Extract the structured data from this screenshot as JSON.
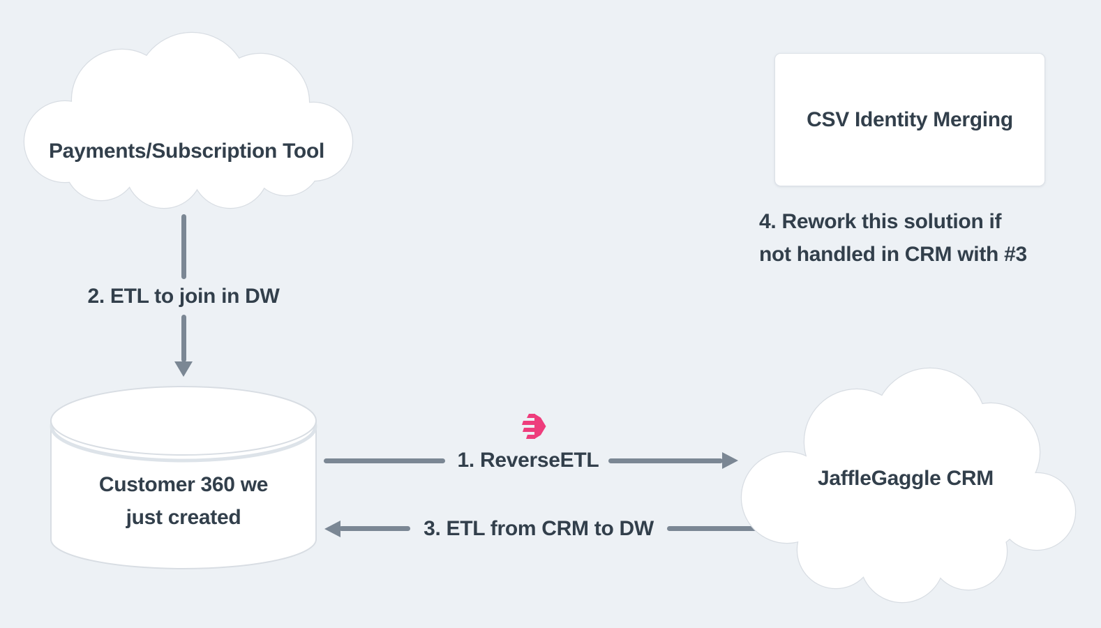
{
  "diagram": {
    "background": "#EDF1F5",
    "colors": {
      "shape_fill": "#FFFFFF",
      "shape_border": "#D8DDE3",
      "arrow": "#7B8794",
      "text": "#323F4B",
      "accent_pink": "#EE3D7C"
    },
    "nodes": {
      "payments_cloud": {
        "type": "cloud",
        "label": "Payments/Subscription Tool"
      },
      "csv_card": {
        "type": "rounded-rectangle",
        "label": "CSV Identity Merging"
      },
      "customer360_db": {
        "type": "database-cylinder",
        "lines": [
          "Customer 360 we",
          "just created"
        ]
      },
      "crm_cloud": {
        "type": "cloud",
        "label": "JaffleGaggle CRM"
      }
    },
    "edges": {
      "etl_to_dw": {
        "label": "2. ETL to join in DW",
        "direction": "down",
        "from": "payments_cloud",
        "to": "customer360_db"
      },
      "reverse_etl": {
        "label": "1. ReverseETL",
        "direction": "right",
        "icon": "hightouch-logo-icon",
        "from": "customer360_db",
        "to": "crm_cloud"
      },
      "etl_from_crm": {
        "label": "3. ETL from CRM to DW",
        "direction": "left",
        "from": "crm_cloud",
        "to": "customer360_db"
      }
    },
    "notes": {
      "rework_note": {
        "lines": [
          "4. Rework this solution if",
          "not handled in CRM with #3"
        ]
      }
    }
  }
}
